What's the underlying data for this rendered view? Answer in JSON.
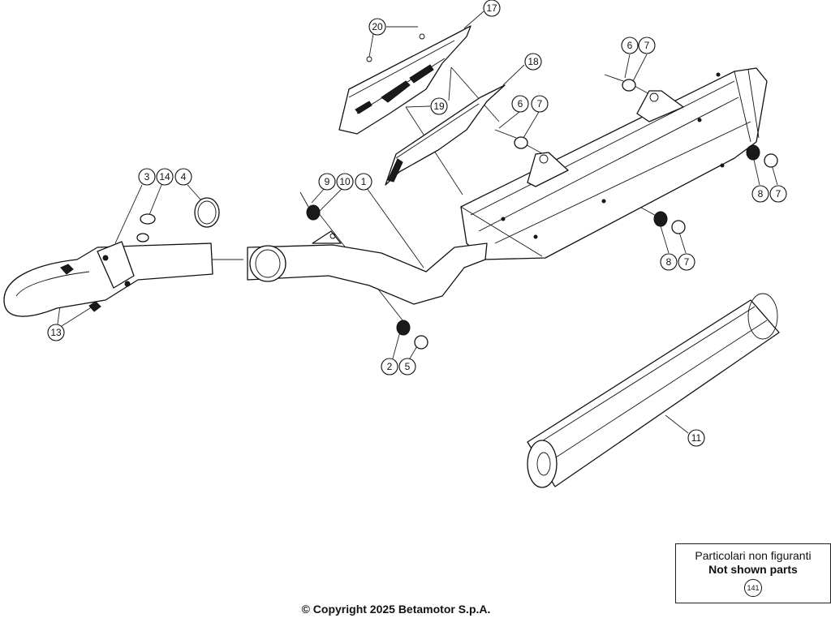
{
  "callouts": [
    "1",
    "2",
    "3",
    "4",
    "5",
    "6",
    "7",
    "8",
    "9",
    "10",
    "11",
    "13",
    "14",
    "17",
    "18",
    "19",
    "20"
  ],
  "legend": {
    "line1": "Particolari non figuranti",
    "line2": "Not shown parts",
    "part_number": "141"
  },
  "copyright": "© Copyright 2025 Betamotor S.p.A."
}
